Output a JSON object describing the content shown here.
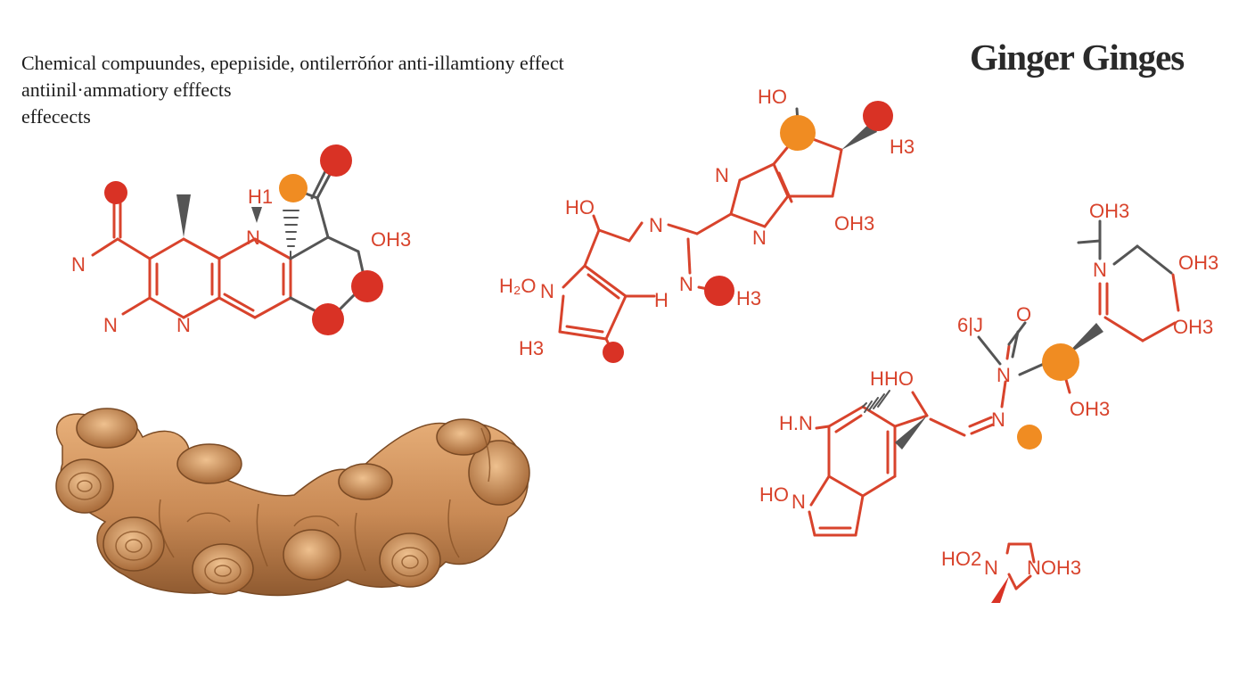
{
  "caption": {
    "line1": "Chemical compuundes, epepıiside, ontilerrŏńor anti-illamtiony effect",
    "line2": "antiinil·ammatiory efffects",
    "line3": "effecects"
  },
  "title": "Ginger Ginges",
  "colors": {
    "bond_red": "#d8432c",
    "bond_dark": "#555555",
    "atom_red": "#d93225",
    "atom_orange": "#f08c22",
    "ginger_body": "#c98a55"
  },
  "labels": {
    "m1": {
      "n_left": "N",
      "n_bottom_left": "N",
      "n_bottom": "N",
      "n_top": "N",
      "h1": "H1",
      "oh3": "OH3"
    },
    "m2": {
      "ho_top": "HO",
      "h3_top": "H3",
      "n_ring_left": "N",
      "n_ring_bottom": "N",
      "oh3": "OH3",
      "ho_left": "HO",
      "n_chain": "N",
      "h2o": "H₂O",
      "n_pyrrole": "N",
      "h_mid": "H",
      "n_mid": "N",
      "h3_mid": "H3",
      "h3_bottom": "H3"
    },
    "m3": {
      "oh3_top": "OH3",
      "n_top": "N",
      "oh3_right": "OH3",
      "oh3_right2": "OH3",
      "six": "6|J",
      "o_mid": "O",
      "n_mid": "N",
      "oh3_bottom": "OH3",
      "n_lower": "N",
      "ho_small": "HO",
      "h_prefix": "H",
      "hn": "H.N",
      "ho_left": "HO",
      "n_indole": "N"
    },
    "m4": {
      "ho2": "HO2",
      "n_left": "N",
      "noh3": "NOH3"
    }
  }
}
